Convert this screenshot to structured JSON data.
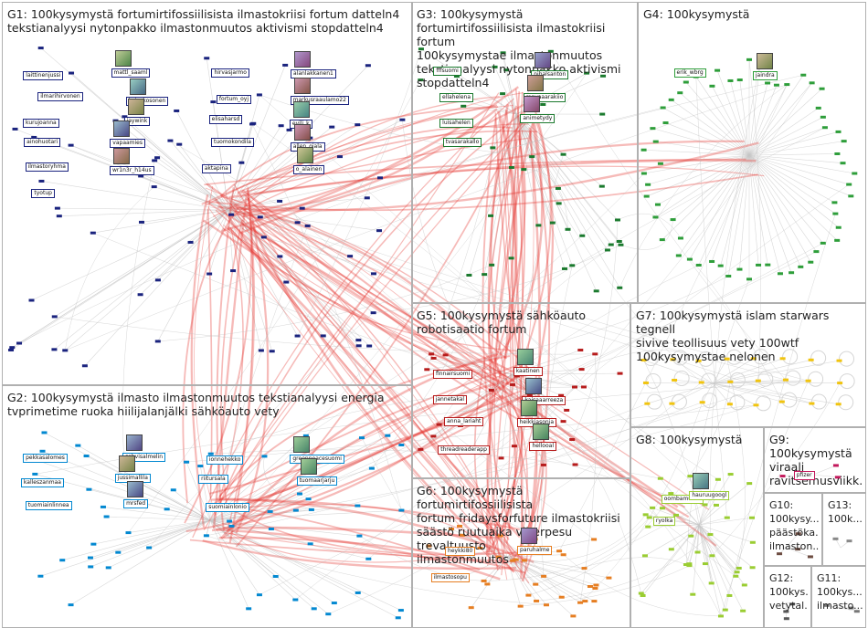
{
  "groups": [
    {
      "id": "G1",
      "label": "G1: 100kysymystä fortumirtifossiilisista ilmastokriisi fortum datteln4\ntekstianalyysi nytonpakko ilmastonmuutos aktivismi stopdatteln4",
      "color": "#1a237e"
    },
    {
      "id": "G2",
      "label": "G2: 100kysymystä ilmasto ilmastonmuutos tekstianalyysi energia\ntvprimetime ruoka hiilijalanjälki sähköauto vety",
      "color": "#0288d1"
    },
    {
      "id": "G3",
      "label": "G3: 100kysymystä fortumirtifossiilisista ilmastokriisi fortum\n100kysymystae ilmastonmuutos\ntekstianalyysi nytonpakko aktivismi stopdatteln4",
      "color": "#1b7a2e"
    },
    {
      "id": "G4",
      "label": "G4: 100kysymystä",
      "color": "#2e9e3a"
    },
    {
      "id": "G5",
      "label": "G5: 100kysymystä sähköauto\nrobotisaatio fortum",
      "color": "#b71c1c"
    },
    {
      "id": "G6",
      "label": "G6: 100kysymystä fortumirtifossiilisista\nfortum fridaysforfuture ilmastokriisi\nsäästö ruutuaika viherpesu trevaltuusto\nilmastonmuutos",
      "color": "#e67e22"
    },
    {
      "id": "G7",
      "label": "G7: 100kysymystä islam starwars tegnell\nsivive teollisuus vety 100wtf\n100kysymystae nelonen",
      "color": "#f1c40f"
    },
    {
      "id": "G8",
      "label": "G8: 100kysymystä",
      "color": "#9acd32"
    },
    {
      "id": "G9",
      "label": "G9:\n100kysymystä\nviraali\nravitsemusviikk...",
      "color": "#c2185b"
    },
    {
      "id": "G10",
      "label": "G10:\n100kysy...\npäästöka...\nilmaston...",
      "color": "#6d4c41"
    },
    {
      "id": "G13",
      "label": "G13:\n100k...",
      "color": "#888888"
    },
    {
      "id": "G12",
      "label": "G12:\n100kys...\nvetytal...",
      "color": "#555555"
    },
    {
      "id": "G11",
      "label": "G11:\n100kys...\nilmasto...",
      "color": "#777777"
    }
  ],
  "vertex_labels": [
    {
      "text": "laittinenjussi",
      "group": "G1"
    },
    {
      "text": "mattl_saaml",
      "group": "G1"
    },
    {
      "text": "hirvasjarmo",
      "group": "G1"
    },
    {
      "text": "alanlakkanen1",
      "group": "G1"
    },
    {
      "text": "ilmarihirvonen",
      "group": "G1"
    },
    {
      "text": "kaisakosonen",
      "group": "G1"
    },
    {
      "text": "fortum_oyj",
      "group": "G1"
    },
    {
      "text": "markusraaulamo22",
      "group": "G1"
    },
    {
      "text": "kurujoanna",
      "group": "G1"
    },
    {
      "text": "jaywink",
      "group": "G1"
    },
    {
      "text": "elisaharsd",
      "group": "G1"
    },
    {
      "text": "evili_k",
      "group": "G1"
    },
    {
      "text": "ainohuotari",
      "group": "G1"
    },
    {
      "text": "vapaamies",
      "group": "G1"
    },
    {
      "text": "tuomokondila",
      "group": "G1"
    },
    {
      "text": "allen_ojala",
      "group": "G1"
    },
    {
      "text": "ilmastoryhma",
      "group": "G1"
    },
    {
      "text": "wr1n3r_h14us",
      "group": "G1"
    },
    {
      "text": "aktapina",
      "group": "G1"
    },
    {
      "text": "o_alainen",
      "group": "G1"
    },
    {
      "text": "tyotup",
      "group": "G1"
    },
    {
      "text": "pekkasalomes",
      "group": "G2"
    },
    {
      "text": "sohvisalmelin",
      "group": "G2"
    },
    {
      "text": "ionnehekko",
      "group": "G2"
    },
    {
      "text": "greenpeacesuomi",
      "group": "G2"
    },
    {
      "text": "kalleszanmaa",
      "group": "G2"
    },
    {
      "text": "jussimallila",
      "group": "G2"
    },
    {
      "text": "riitursala",
      "group": "G2"
    },
    {
      "text": "tuomaarjarju",
      "group": "G2"
    },
    {
      "text": "tuomiainlinnea",
      "group": "G2"
    },
    {
      "text": "mrsfed",
      "group": "G2"
    },
    {
      "text": "suomiainlonio",
      "group": "G2"
    },
    {
      "text": "fffsuomi",
      "group": "G3"
    },
    {
      "text": "nihalsanton",
      "group": "G3"
    },
    {
      "text": "ellahelena",
      "group": "G3"
    },
    {
      "text": "mavaaarakiio",
      "group": "G3"
    },
    {
      "text": "luisahelen",
      "group": "G3"
    },
    {
      "text": "animetydy",
      "group": "G3"
    },
    {
      "text": "tvasarakallo",
      "group": "G3"
    },
    {
      "text": "erik_wbrg",
      "group": "G4"
    },
    {
      "text": "jaindra",
      "group": "G4"
    },
    {
      "text": "finnairsuomi",
      "group": "G5"
    },
    {
      "text": "kaatinen",
      "group": "G5"
    },
    {
      "text": "jannetakal",
      "group": "G5"
    },
    {
      "text": "kaisaaarreeza",
      "group": "G5"
    },
    {
      "text": "anna_lariaht",
      "group": "G5"
    },
    {
      "text": "heikkiasonja",
      "group": "G5"
    },
    {
      "text": "threadreaderapp",
      "group": "G5"
    },
    {
      "text": "hellooal",
      "group": "G5"
    },
    {
      "text": "heykki80",
      "group": "G6"
    },
    {
      "text": "paruhalme",
      "group": "G6"
    },
    {
      "text": "ilmastosopu",
      "group": "G6"
    },
    {
      "text": "oombamuffin",
      "group": "G8"
    },
    {
      "text": "hauruugoogl",
      "group": "G8"
    },
    {
      "text": "ryolka",
      "group": "G8"
    },
    {
      "text": "pfizer",
      "group": "G9"
    }
  ]
}
